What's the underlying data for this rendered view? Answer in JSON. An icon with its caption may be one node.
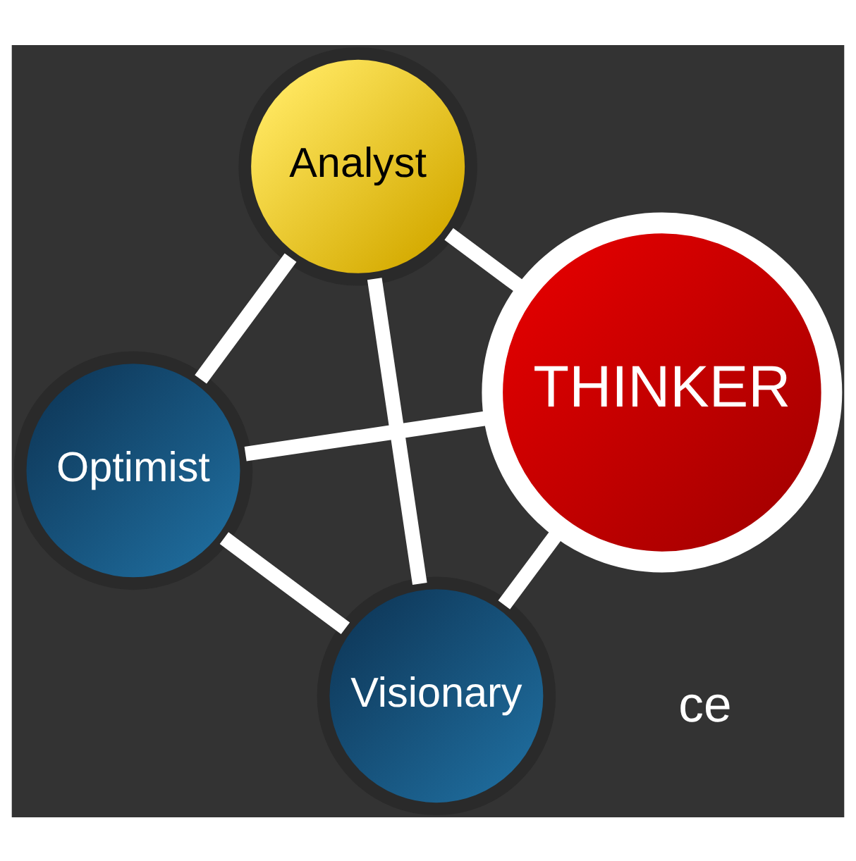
{
  "diagram": {
    "nodes": [
      {
        "text": [
          "Optimist"
        ]
      },
      {
        "text": [
          "THINKER"
        ]
      },
      {
        "text": [
          "Visionary"
        ]
      },
      {
        "text": [
          "Analyst"
        ]
      }
    ],
    "edges": [
      {
        "from": 1,
        "to": 0,
        "arrow": "none"
      },
      {
        "from": 1,
        "to": 2,
        "arrow": "none"
      },
      {
        "from": 1,
        "to": 3,
        "arrow": "none"
      },
      {
        "from": 0,
        "to": 3,
        "arrow": "none"
      },
      {
        "from": 3,
        "to": 2,
        "arrow": "none"
      },
      {
        "from": 2,
        "to": 0,
        "arrow": "none"
      }
    ],
    "labels": [
      "ce"
    ]
  }
}
